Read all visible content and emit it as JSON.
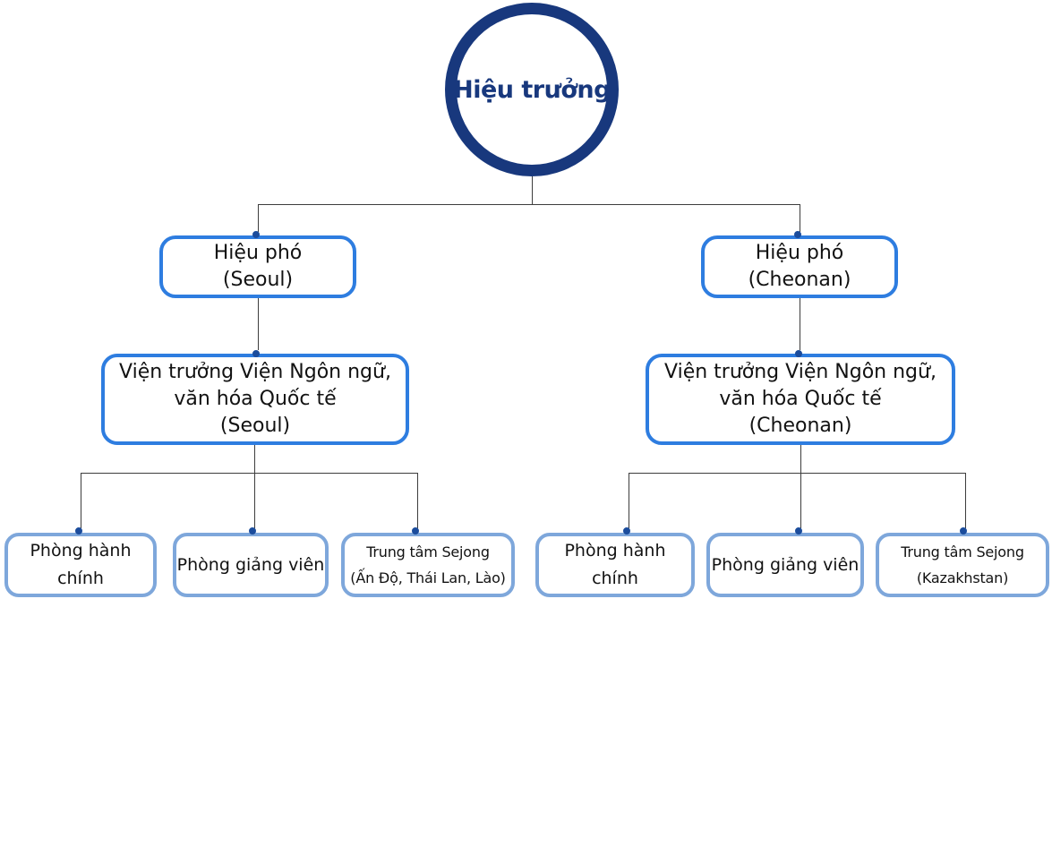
{
  "colors": {
    "navy": "#18387d",
    "blue": "#2e7de0",
    "light_blue": "#7ea7db",
    "dot": "#1b4c9c",
    "line": "#3d3d3d",
    "text": "#121212"
  },
  "org_chart": {
    "root": {
      "label": "Hiệu trưởng"
    },
    "branches": [
      {
        "vice_principal": {
          "lines": [
            "Hiệu phó",
            "(Seoul)"
          ]
        },
        "director": {
          "lines": [
            "Viện trưởng Viện Ngôn ngữ,",
            "văn hóa Quốc tế",
            "(Seoul)"
          ]
        },
        "departments": [
          {
            "lines": [
              "Phòng hành",
              "chính"
            ]
          },
          {
            "lines": [
              "Phòng giảng viên"
            ]
          },
          {
            "lines": [
              "Trung tâm Sejong",
              "(Ấn Độ, Thái Lan, Lào)"
            ]
          }
        ]
      },
      {
        "vice_principal": {
          "lines": [
            "Hiệu phó",
            "(Cheonan)"
          ]
        },
        "director": {
          "lines": [
            "Viện trưởng Viện Ngôn ngữ,",
            "văn hóa Quốc tế",
            "(Cheonan)"
          ]
        },
        "departments": [
          {
            "lines": [
              "Phòng hành",
              "chính"
            ]
          },
          {
            "lines": [
              "Phòng giảng viên"
            ]
          },
          {
            "lines": [
              "Trung tâm Sejong",
              "(Kazakhstan)"
            ]
          }
        ]
      }
    ]
  }
}
